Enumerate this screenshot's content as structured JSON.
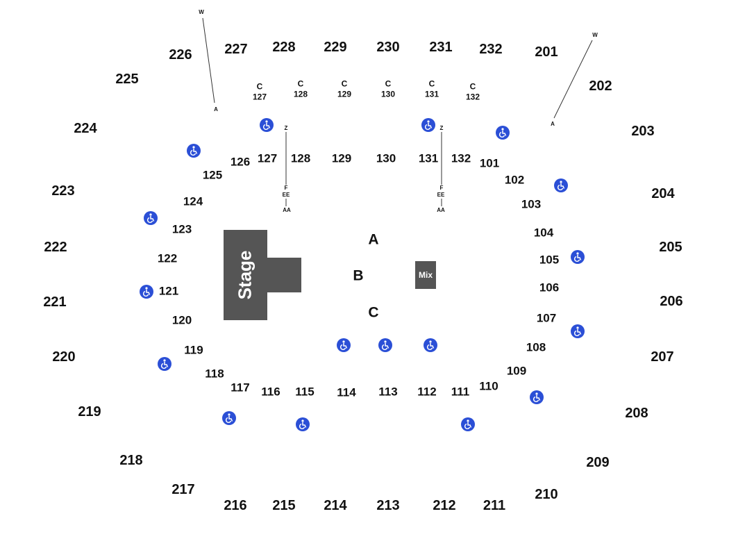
{
  "upper_sections": [
    "201",
    "202",
    "203",
    "204",
    "205",
    "206",
    "207",
    "208",
    "209",
    "210",
    "211",
    "212",
    "213",
    "214",
    "215",
    "216",
    "217",
    "218",
    "219",
    "220",
    "221",
    "222",
    "223",
    "224",
    "225",
    "226",
    "227",
    "228",
    "229",
    "230",
    "231",
    "232"
  ],
  "lower_sections": [
    "101",
    "102",
    "103",
    "104",
    "105",
    "106",
    "107",
    "108",
    "109",
    "110",
    "111",
    "112",
    "113",
    "114",
    "115",
    "116",
    "117",
    "118",
    "119",
    "120",
    "121",
    "122",
    "123",
    "124",
    "125",
    "126",
    "127",
    "128",
    "129",
    "130",
    "131",
    "132"
  ],
  "club_sections": [
    {
      "row": "C",
      "section": "127"
    },
    {
      "row": "C",
      "section": "128"
    },
    {
      "row": "C",
      "section": "129"
    },
    {
      "row": "C",
      "section": "130"
    },
    {
      "row": "C",
      "section": "131"
    },
    {
      "row": "C",
      "section": "132"
    }
  ],
  "floor_sections": [
    "A",
    "B",
    "C"
  ],
  "stage_label": "Stage",
  "mix_label": "Mix",
  "row_markers": {
    "upper_left": {
      "top": "W",
      "bottom": "A"
    },
    "upper_right": {
      "top": "W",
      "bottom": "A"
    },
    "lower_left": {
      "top": "Z",
      "mid1": "F",
      "mid2": "EE",
      "bottom": "AA"
    },
    "lower_right": {
      "top": "Z",
      "mid1": "F",
      "mid2": "EE",
      "bottom": "AA"
    }
  },
  "accessible_icon": "wheelchair-icon",
  "colors": {
    "stage": "#555555",
    "accessible": "#2b4fd6",
    "text": "#111111",
    "background": "#ffffff"
  }
}
